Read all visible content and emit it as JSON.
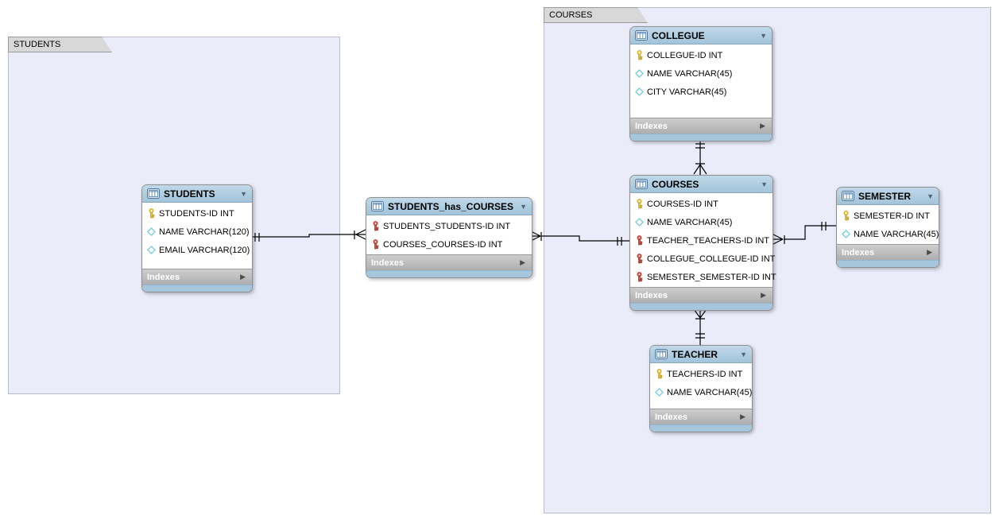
{
  "app": {
    "view": "eer-diagram"
  },
  "colors": {
    "table_header_blue": "#a5c6dc",
    "table_footer_gray": "#b8b8b8",
    "region_fill": "#ebecfa",
    "region_tab_fill": "#d8d8d8",
    "primary_key_yellow": "#f6d94c",
    "foreign_key_red": "#e2594a",
    "attribute_diamond_cyan": "#7fcde0",
    "connector_black": "#000000"
  },
  "regions": [
    {
      "label": "STUDENTS"
    },
    {
      "label": "COURSES"
    }
  ],
  "tables": [
    {
      "name": "STUDENTS",
      "footer": "Indexes",
      "collapse_arrow": "▼",
      "expand_arrow": "▶",
      "columns": [
        {
          "icon": "pk",
          "text": "STUDENTS-ID INT"
        },
        {
          "icon": "attr",
          "text": "NAME VARCHAR(120)"
        },
        {
          "icon": "attr",
          "text": "EMAIL VARCHAR(120)"
        }
      ]
    },
    {
      "name": "STUDENTS_has_COURSES",
      "footer": "Indexes",
      "collapse_arrow": "▼",
      "expand_arrow": "▶",
      "columns": [
        {
          "icon": "fk",
          "text": "STUDENTS_STUDENTS-ID INT"
        },
        {
          "icon": "fk",
          "text": "COURSES_COURSES-ID INT"
        }
      ]
    },
    {
      "name": "COLLEGUE",
      "footer": "Indexes",
      "collapse_arrow": "▼",
      "expand_arrow": "▶",
      "columns": [
        {
          "icon": "pk",
          "text": "COLLEGUE-ID INT"
        },
        {
          "icon": "attr",
          "text": "NAME VARCHAR(45)"
        },
        {
          "icon": "attr",
          "text": "CITY VARCHAR(45)"
        }
      ]
    },
    {
      "name": "COURSES",
      "footer": "Indexes",
      "collapse_arrow": "▼",
      "expand_arrow": "▶",
      "columns": [
        {
          "icon": "pk",
          "text": "COURSES-ID INT"
        },
        {
          "icon": "attr",
          "text": "NAME VARCHAR(45)"
        },
        {
          "icon": "fk",
          "text": "TEACHER_TEACHERS-ID INT"
        },
        {
          "icon": "fk",
          "text": "COLLEGUE_COLLEGUE-ID INT"
        },
        {
          "icon": "fk",
          "text": "SEMESTER_SEMESTER-ID INT"
        }
      ]
    },
    {
      "name": "SEMESTER",
      "footer": "Indexes",
      "collapse_arrow": "▼",
      "expand_arrow": "▶",
      "columns": [
        {
          "icon": "pk",
          "text": "SEMESTER-ID INT"
        },
        {
          "icon": "attr",
          "text": "NAME VARCHAR(45)"
        }
      ]
    },
    {
      "name": "TEACHER",
      "footer": "Indexes",
      "collapse_arrow": "▼",
      "expand_arrow": "▶",
      "columns": [
        {
          "icon": "pk",
          "text": "TEACHERS-ID INT"
        },
        {
          "icon": "attr",
          "text": "NAME VARCHAR(45)"
        }
      ]
    }
  ],
  "relationships": [
    {
      "from": "STUDENTS",
      "to": "STUDENTS_has_COURSES",
      "from_end": "one-mandatory",
      "to_end": "many-mandatory"
    },
    {
      "from": "COURSES",
      "to": "STUDENTS_has_COURSES",
      "from_end": "one-mandatory",
      "to_end": "many-mandatory"
    },
    {
      "from": "COLLEGUE",
      "to": "COURSES",
      "from_end": "one-mandatory",
      "to_end": "many-mandatory"
    },
    {
      "from": "SEMESTER",
      "to": "COURSES",
      "from_end": "one-mandatory",
      "to_end": "many-mandatory"
    },
    {
      "from": "TEACHER",
      "to": "COURSES",
      "from_end": "one-mandatory",
      "to_end": "many-mandatory"
    }
  ]
}
